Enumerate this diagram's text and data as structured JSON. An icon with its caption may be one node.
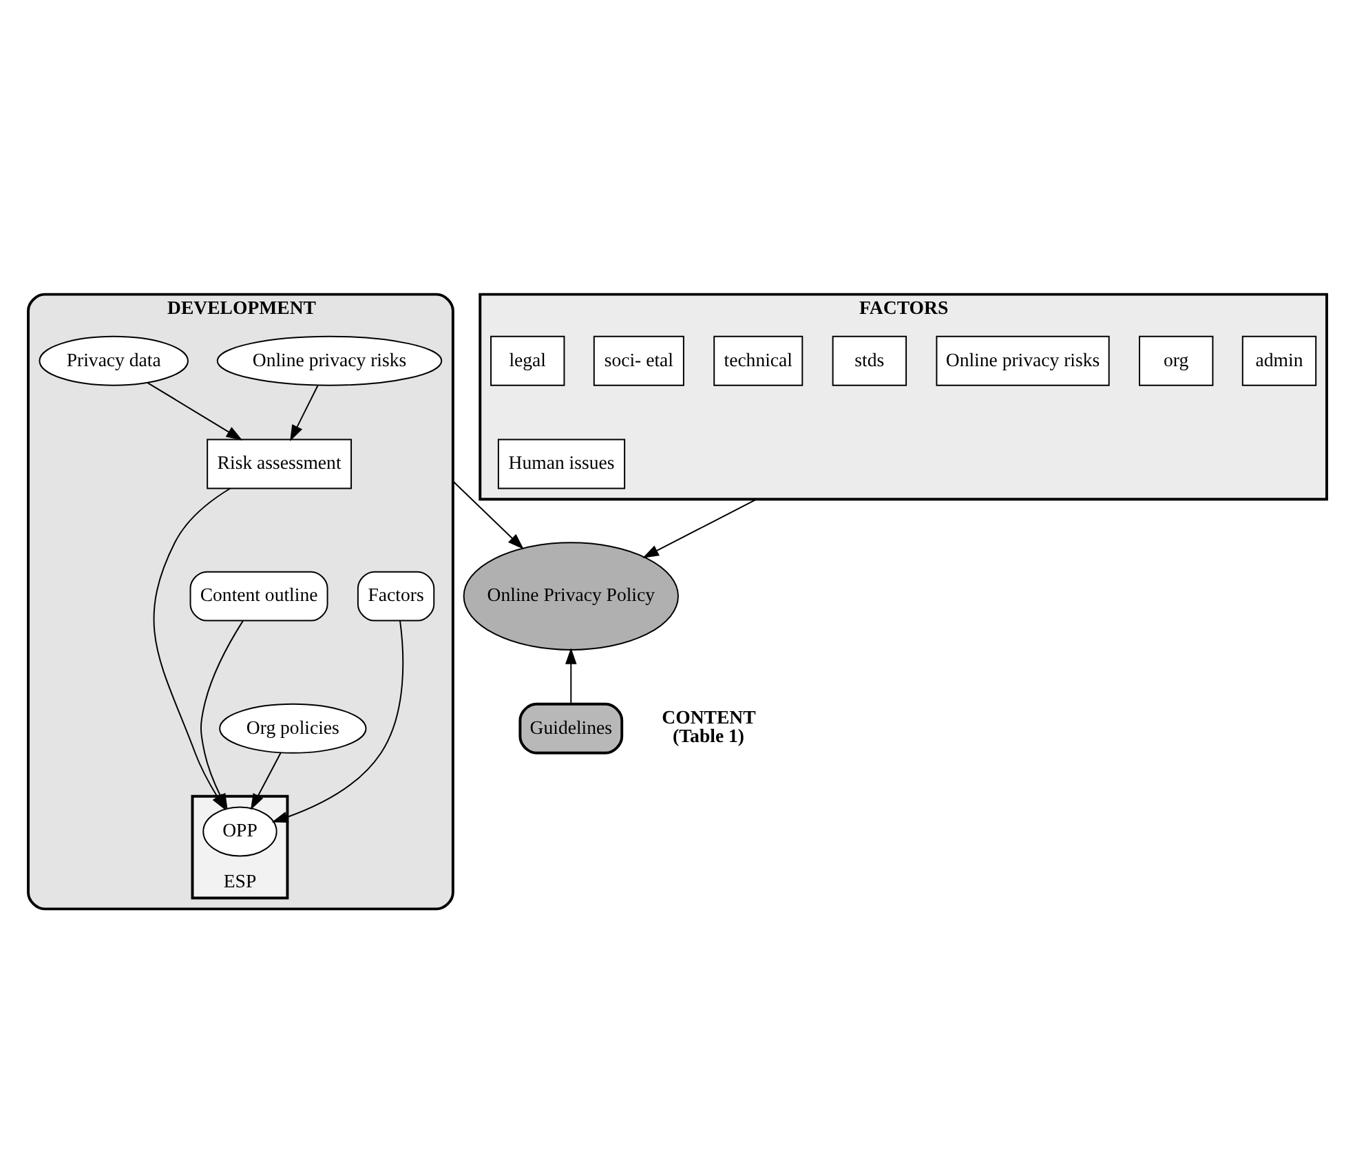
{
  "diagram": {
    "nodes": [
      {
        "text": [
          "DEVELOPMENT"
        ]
      },
      {
        "text": [
          "Online privacy risks"
        ],
        "in": 0
      },
      {
        "text": [
          "Privacy data"
        ],
        "in": 0
      },
      {
        "text": [
          "Risk assessment"
        ],
        "in": 0
      },
      {
        "text": [
          "Content outline"
        ],
        "in": 0
      },
      {
        "text": [
          "Factors"
        ],
        "in": 0
      },
      {
        "text": [
          "ESP"
        ],
        "in": 0
      },
      {
        "text": [
          "OPP"
        ],
        "in": 6
      },
      {
        "text": [
          "Org policies"
        ],
        "in": 0
      },
      {
        "text": [
          "FACTORS"
        ]
      },
      {
        "text": [
          "Online privacy risks"
        ],
        "in": 9
      },
      {
        "text": [
          "org"
        ],
        "in": 9
      },
      {
        "text": [
          "admin"
        ],
        "in": 9
      },
      {
        "text": [
          "legal"
        ],
        "in": 9
      },
      {
        "text": [
          "soci- etal"
        ],
        "in": 9
      },
      {
        "text": [
          "technical"
        ],
        "in": 9
      },
      {
        "text": [
          "stds"
        ],
        "in": 9
      },
      {
        "text": [
          "Human issues"
        ],
        "in": 9
      },
      {
        "text": [
          "Online Privacy Policy"
        ]
      },
      {
        "text": [
          "Guidelines"
        ],
        "beside": [
          "CONTENT (Table 1)"
        ]
      }
    ],
    "edges": [
      {
        "from": 1,
        "to": 3,
        "arrow": "to"
      },
      {
        "from": 2,
        "to": 3,
        "arrow": "to"
      },
      {
        "from": 3,
        "to": 7,
        "arrow": "to"
      },
      {
        "from": 4,
        "to": 7,
        "arrow": "to"
      },
      {
        "from": 5,
        "to": 7,
        "arrow": "to"
      },
      {
        "from": 8,
        "to": 7,
        "arrow": "to"
      },
      {
        "from": 0,
        "to": 18,
        "arrow": "to"
      },
      {
        "from": 9,
        "to": 18,
        "arrow": "to"
      },
      {
        "from": 19,
        "to": 18,
        "arrow": "to"
      }
    ]
  }
}
